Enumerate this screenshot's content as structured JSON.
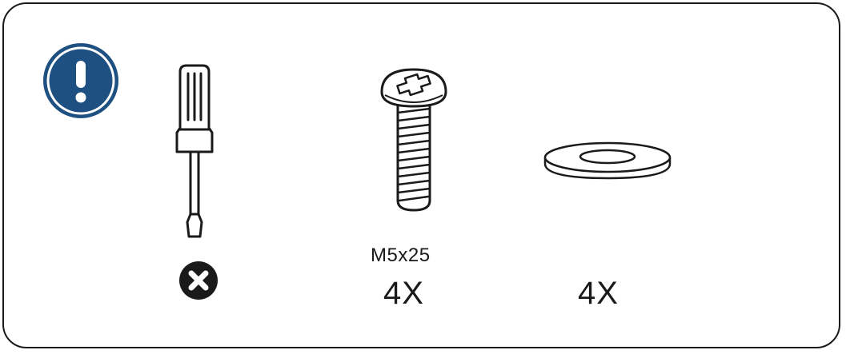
{
  "colors": {
    "notice_fill": "#1e5081",
    "outline": "#1a1a1a",
    "background": "#ffffff"
  },
  "icons": {
    "notice": "exclamation-circle-icon",
    "tool": "flathead-screwdriver-icon",
    "not_required": "x-circle-icon",
    "screw": "screw-icon",
    "washer": "washer-icon"
  },
  "parts": {
    "screw": {
      "size_label": "M5x25",
      "quantity_label": "4X"
    },
    "washer": {
      "quantity_label": "4X"
    }
  }
}
